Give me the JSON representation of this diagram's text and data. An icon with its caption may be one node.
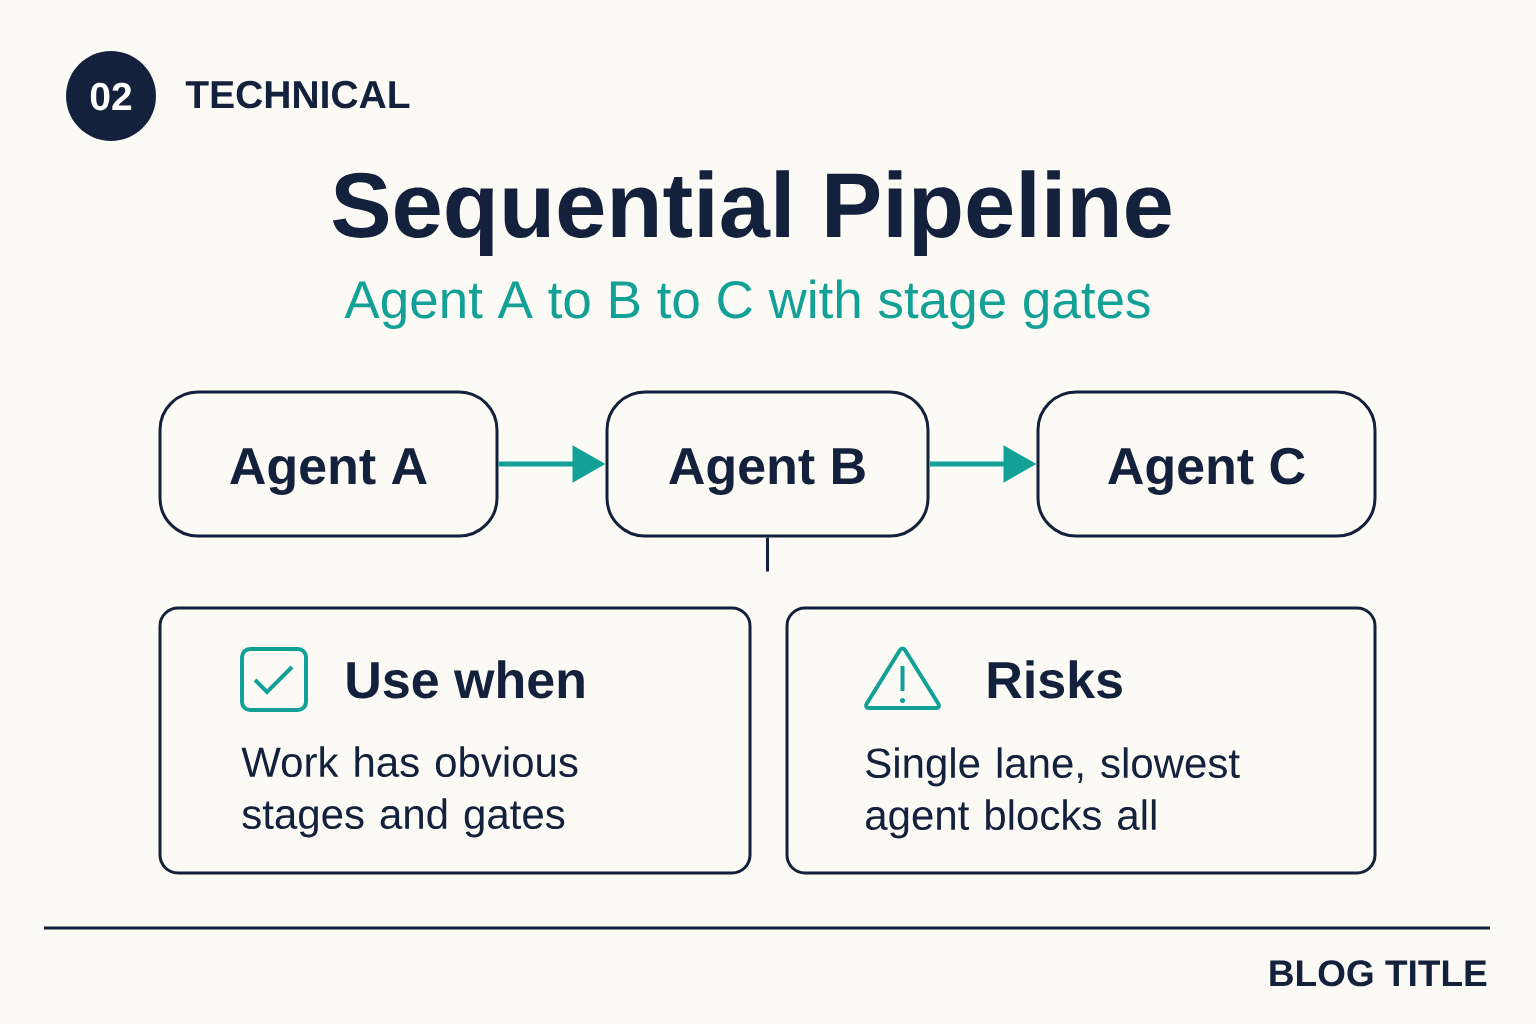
{
  "diagram": {
    "title": "Sequential Pipeline",
    "nodes": [
      {
        "text": [
          "02"
        ],
        "beside": [
          "TECHNICAL"
        ]
      },
      {
        "text": [
          "Agent A"
        ]
      },
      {
        "text": [
          "Agent B"
        ]
      },
      {
        "text": [
          "Agent C"
        ]
      },
      {
        "text": [
          "Use when",
          "Work has obvious stages and gates"
        ]
      },
      {
        "text": [
          "Risks",
          "Single lane, slowest agent blocks all"
        ]
      }
    ],
    "edges": [
      {
        "from": 1,
        "to": 2,
        "arrow": "to"
      },
      {
        "from": 2,
        "to": 3,
        "arrow": "to"
      },
      {
        "from": 2,
        "to": null,
        "arrow": "none",
        "color": "#14213d"
      }
    ],
    "labels": [
      "Agent A to B to C with stage gates",
      "BLOG TITLE"
    ]
  }
}
